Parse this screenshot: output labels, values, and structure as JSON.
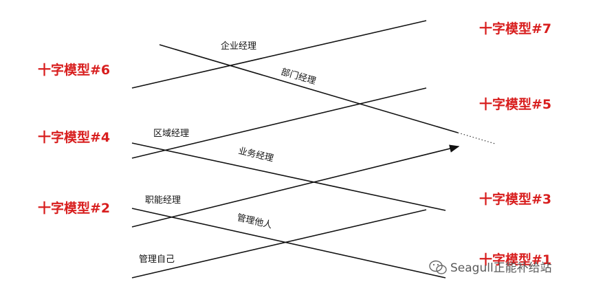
{
  "models": {
    "m7": "十字模型#7",
    "m6": "十字模型#6",
    "m5": "十字模型#5",
    "m4": "十字模型#4",
    "m3": "十字模型#3",
    "m2": "十字模型#2",
    "m1": "十字模型#1"
  },
  "roles": {
    "enterprise_manager": "企业经理",
    "department_manager": "部门经理",
    "regional_manager": "区域经理",
    "business_manager": "业务经理",
    "functional_manager": "职能经理",
    "manage_others": "管理他人",
    "manage_self": "管理自己"
  },
  "watermark": {
    "text": "Seagull正能补给站",
    "icon": "wechat-icon"
  },
  "colors": {
    "model_label": "#d81e1e",
    "line": "#111111",
    "role_label": "#111111"
  }
}
